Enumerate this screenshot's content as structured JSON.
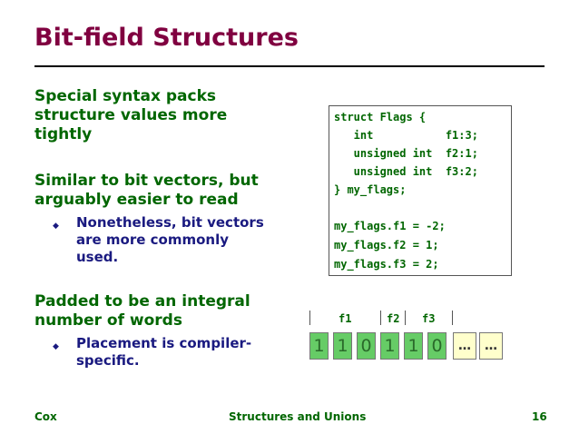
{
  "slide": {
    "title": "Bit-field Structures",
    "bullets": [
      {
        "lines": [
          "Special syntax packs",
          "structure values more",
          "tightly"
        ]
      },
      {
        "lines": [
          "Similar to bit vectors, but",
          "arguably easier to read"
        ]
      },
      {
        "lines": [
          "Padded to be an integral",
          "number of words"
        ]
      }
    ],
    "subbullets": [
      {
        "lines": [
          "Nonetheless, bit vectors",
          "are more commonly",
          "used."
        ]
      },
      {
        "lines": [
          "Placement is compiler-",
          "specific."
        ]
      }
    ],
    "code": [
      "struct Flags {",
      "   int           f1:3;",
      "   unsigned int  f2:1;",
      "   unsigned int  f3:2;",
      "} my_flags;",
      "",
      "my_flags.f1 = -2;",
      "my_flags.f2 = 1;",
      "my_flags.f3 = 2;"
    ],
    "field_labels": [
      "f1",
      "f2",
      "f3"
    ],
    "bits": [
      "1",
      "1",
      "0",
      "1",
      "1",
      "0"
    ],
    "ellipsis": [
      "…",
      "…"
    ],
    "footer": {
      "left": "Cox",
      "center": "Structures and Unions",
      "right": "16"
    }
  }
}
